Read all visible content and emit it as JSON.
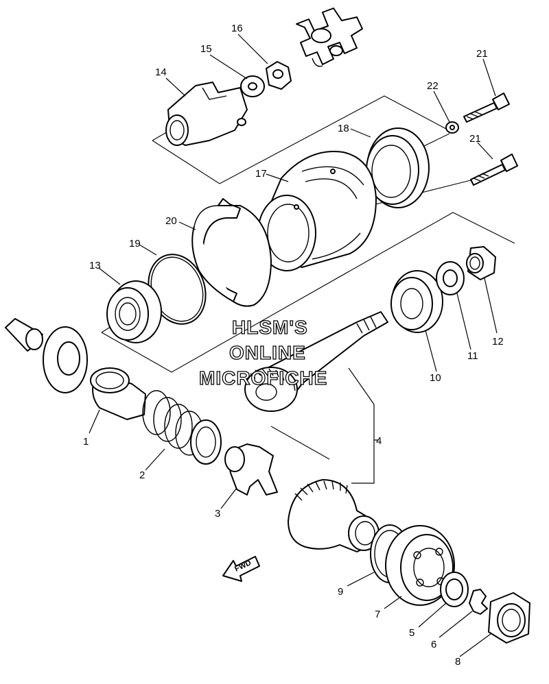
{
  "watermark": {
    "line1": "HLSM'S",
    "line2": "ONLINE",
    "line3": "MICROFICHE"
  },
  "fwd_label": "FWD",
  "callouts": {
    "c1": "1",
    "c2": "2",
    "c3": "3",
    "c4": "4",
    "c5": "5",
    "c6": "6",
    "c7": "7",
    "c8": "8",
    "c9": "9",
    "c10": "10",
    "c11": "11",
    "c12": "12",
    "c13": "13",
    "c14": "14",
    "c15": "15",
    "c16": "16",
    "c17": "17",
    "c18": "18",
    "c19": "19",
    "c20": "20",
    "c21a": "21",
    "c21b": "21",
    "c22": "22"
  }
}
